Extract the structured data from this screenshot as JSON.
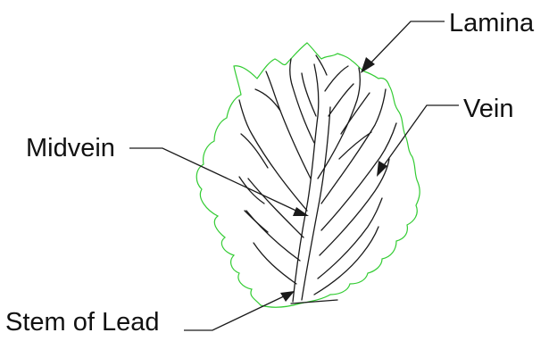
{
  "labels": {
    "lamina": "Lamina",
    "vein": "Vein",
    "midvein": "Midvein",
    "stem": "Stem of Lead"
  },
  "colors": {
    "outline": "#33cc33",
    "lines": "#1a1a1a",
    "background": "#ffffff"
  }
}
